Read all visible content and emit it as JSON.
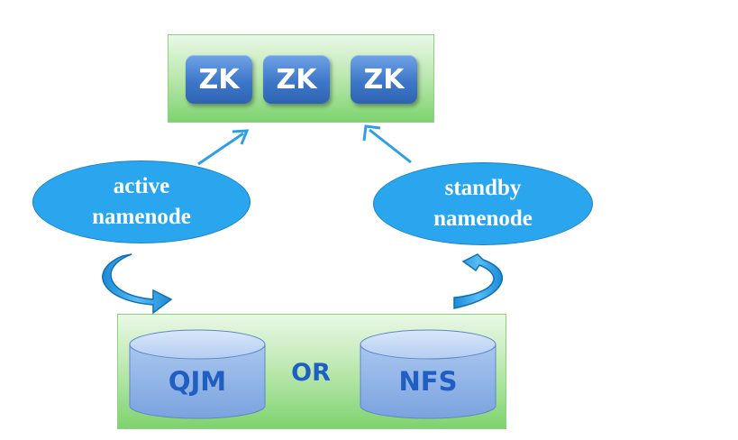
{
  "zookeeper": {
    "nodes": [
      "ZK",
      "ZK",
      "ZK"
    ]
  },
  "namenodes": {
    "active": {
      "line1": "active",
      "line2": "namenode"
    },
    "standby": {
      "line1": "standby",
      "line2": "namenode"
    }
  },
  "storage": {
    "left": "QJM",
    "separator": "OR",
    "right": "NFS"
  },
  "colors": {
    "panel_green": "#7ed36f",
    "zk_blue": "#3f78c9",
    "ellipse_blue": "#2aa6ee",
    "arrow_blue": "#2e9fe6",
    "text_blue": "#1f5ec2"
  }
}
